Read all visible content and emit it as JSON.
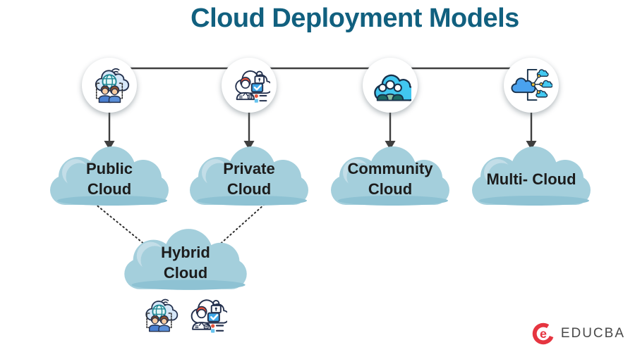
{
  "title": "Cloud Deployment Models",
  "nodes": [
    {
      "id": "public-cloud",
      "label": "Public\nCloud",
      "icon": "public-users-globe-cloud-icon"
    },
    {
      "id": "private-cloud",
      "label": "Private\nCloud",
      "icon": "private-admin-lock-cloud-icon"
    },
    {
      "id": "community-cloud",
      "label": "Community\nCloud",
      "icon": "community-people-cloud-icon"
    },
    {
      "id": "multi-cloud",
      "label": "Multi- Cloud",
      "icon": "multi-cloud-network-icon"
    }
  ],
  "hybrid": {
    "id": "hybrid-cloud",
    "label": "Hybrid\nCloud",
    "composed_of_icons": [
      "public-users-globe-cloud-icon",
      "private-admin-lock-cloud-icon"
    ]
  },
  "brand": {
    "name": "EDUCBA"
  },
  "colors": {
    "title": "#11607F",
    "cloud_fill": "#A4CFDC",
    "cloud_highlight": "#C3DEE8",
    "cloud_shade": "#8EC2D3",
    "connector": "#3F3F3F",
    "label_text": "#1C1C1C",
    "brand_red": "#E63540",
    "brand_text": "#4A4A4A"
  }
}
